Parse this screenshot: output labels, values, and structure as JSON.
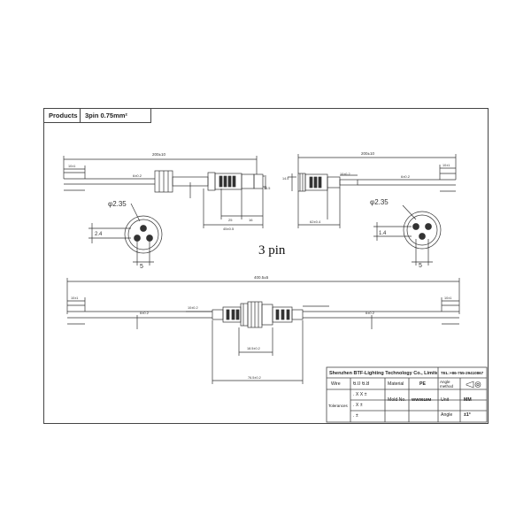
{
  "header": {
    "products_label": "Products",
    "product_spec": "3pin  0.75mm²"
  },
  "center_label": "3 pin",
  "dims": {
    "top_left_length": "200±10",
    "top_right_length": "200±10",
    "bottom_length": "400.5±5",
    "wire_tip_tl": "10±1",
    "wire_tip_tr": "10±1",
    "wire_tip_bl": "10±1",
    "wire_tip_br": "10±1",
    "cable_tl": "6±0.2",
    "cable_tr": "6±0.2",
    "cable_bl": "6±0.2",
    "cable_br": "6±0.2",
    "diam_left": "φ2.35",
    "diam_right": "φ2.35",
    "pitch_left_v": "2.4",
    "pitch_left_h": "5",
    "pitch_right_v": "1.4",
    "pitch_right_h": "5",
    "male_d1": "25",
    "male_d2": "16",
    "male_total": "45±0.5",
    "female_total": "62±0.4",
    "male_small": "14.5",
    "female_small": "14.5",
    "female_cable": "10±0.2",
    "bottom_sub": "10±0.2",
    "bottom_mid": "18.5±0.2",
    "bottom_total": "76.5±0.2"
  },
  "titleblock": {
    "company": "Shenzhen BTF-Lighting Technology Co., Limited",
    "tel": "TEL:+86-755-29410867",
    "wire_label": "Wire",
    "wire_values": "6.0   6.8",
    "material_label": "Material",
    "material_value": "PE",
    "angle_method_label": "Angle method",
    "tolerance_label": "Tolerances",
    "tol_1": ". X X ±",
    "tol_2": ". X ±",
    "tol_3": ". ±",
    "mold_label": "Mold No.",
    "mold_value": "WW0919M",
    "unit_label": "Unit",
    "unit_value": "MM",
    "angle_label": "Angle",
    "angle_value": "±1°"
  },
  "colors": {
    "line": "#333333",
    "fill_dark": "#333333",
    "border": "#444444"
  }
}
